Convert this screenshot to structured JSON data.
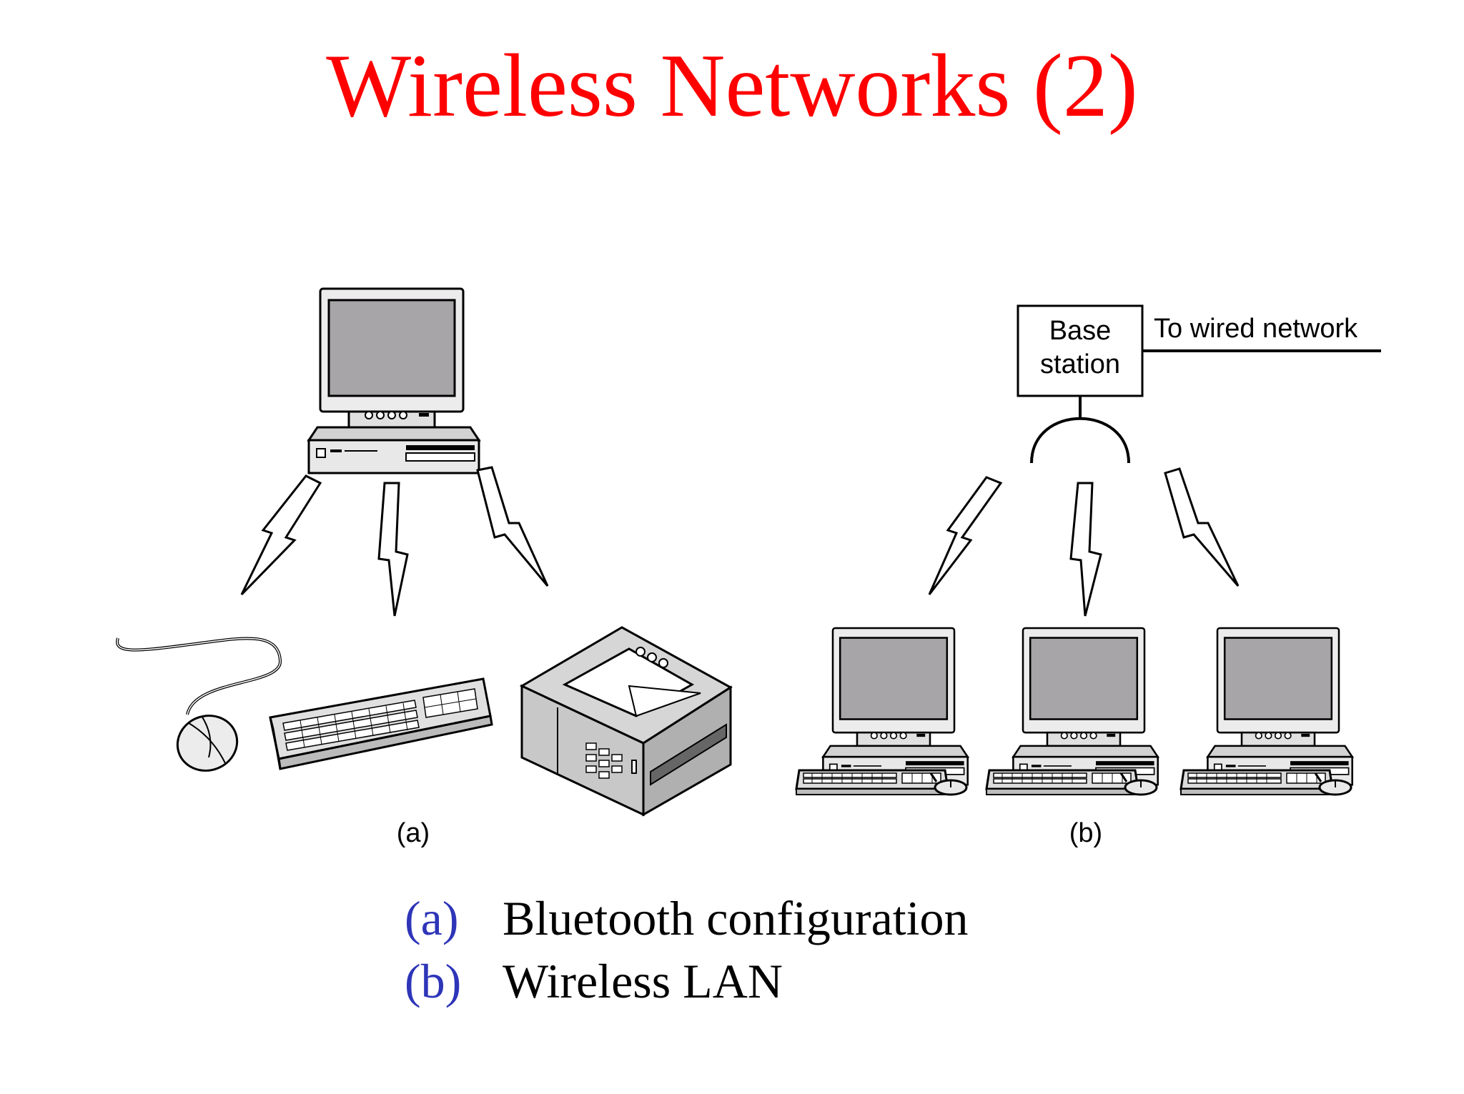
{
  "slide": {
    "title": "Wireless Networks (2)"
  },
  "diagram": {
    "part_a": {
      "label": "(a)",
      "devices": [
        "computer",
        "mouse",
        "keyboard",
        "printer"
      ]
    },
    "part_b": {
      "label": "(b)",
      "base_station_line1": "Base",
      "base_station_line2": "station",
      "wired_label": "To wired network",
      "devices": [
        "computer",
        "computer",
        "computer"
      ]
    }
  },
  "captions": [
    {
      "letter": "(a)",
      "text": "Bluetooth configuration"
    },
    {
      "letter": "(b)",
      "text": "Wireless LAN"
    }
  ],
  "colors": {
    "title": "#ff0000",
    "caption_letter": "#2e35b8",
    "caption_text": "#000000",
    "screen": "#a7a5a8",
    "device_body": "#e8e8e8",
    "outline": "#000000"
  }
}
